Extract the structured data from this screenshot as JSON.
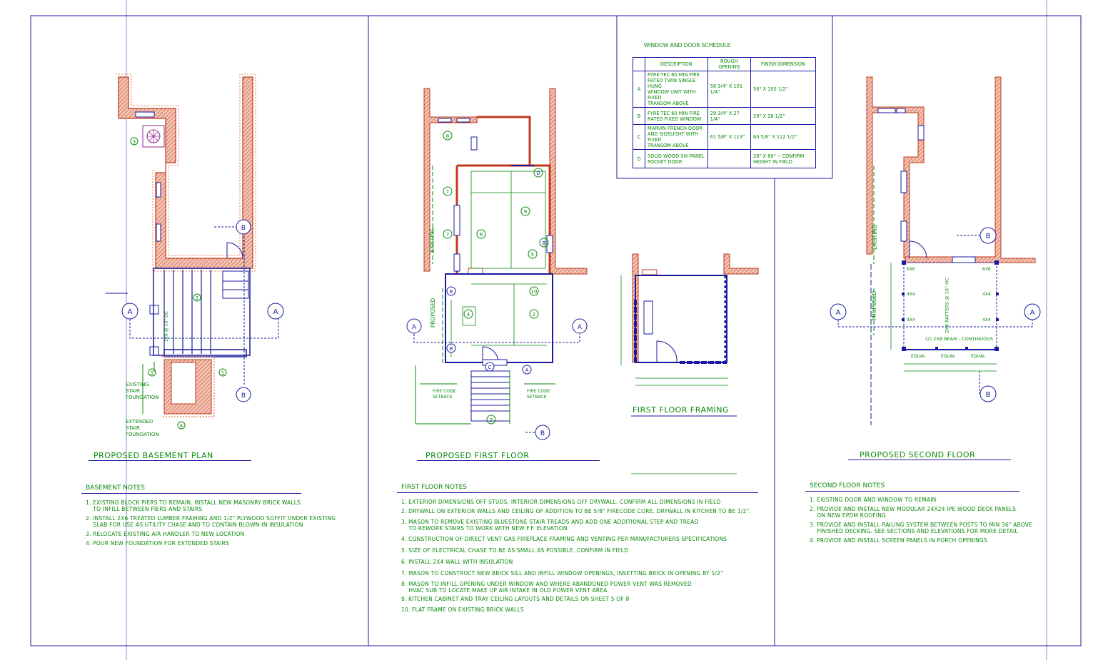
{
  "basement": {
    "title": "PROPOSED BASEMENT PLAN",
    "labels": {
      "existing_stair_foundation": [
        "EXISTING",
        "STAIR",
        "FOUNDATION"
      ],
      "extended_stair_foundation": [
        "EXTENDED",
        "STAIR",
        "FOUNDATION"
      ],
      "joists": "2X6 @ 16\" OC"
    },
    "notes_title": "BASEMENT NOTES",
    "notes": [
      "1. EXISTING BLOCK PIERS TO REMAIN. INSTALL NEW MASONRY BRICK WALLS",
      "    TO INFILL BETWEEN PIERS AND STAIRS",
      "2. INSTALL 2X6 TREATED LUMBER FRAMING AND 1/2\" PLYWOOD SOFFIT UNDER EXISTING",
      "    SLAB FOR USE AS UTILITY CHASE AND TO CONTAIN BLOWN-IN INSULATION",
      "3. RELOCATE EXISTING AIR HANDLER TO NEW LOCATION",
      "4. POUR NEW FOUNDATION FOR EXTENDED STAIRS"
    ]
  },
  "first_floor": {
    "title": "PROPOSED FIRST FLOOR",
    "labels": {
      "existing": "EXISTING",
      "proposed": "PROPOSED",
      "fire_code_setback": [
        "FIRE CODE",
        "SETBACK"
      ]
    },
    "notes_title": "FIRST FLOOR NOTES",
    "notes": [
      "1. EXTERIOR DIMENSIONS OFF STUDS, INTERIOR DIMENSIONS OFF DRYWALL. CONFIRM ALL DIMENSIONS IN FIELD",
      "2. DRYWALL ON EXTERIOR WALLS AND CEILING OF ADDITION TO BE 5/8\" FIRECODE CORE. DRYWALL IN KITCHEN TO BE 1/2\".",
      "3. MASON TO REMOVE EXISTING BLUESTONE STAIR TREADS AND ADD ONE ADDITIONAL STEP AND TREAD",
      "    TO REWORK STAIRS TO WORK WITH NEW F.F. ELEVATION",
      "4. CONSTRUCTION OF DIRECT VENT GAS FIREPLACE FRAMING AND VENTING PER MANUFACTURERS SPECIFICATIONS",
      "5. SIZE OF ELECTRICAL CHASE TO BE AS SMALL AS POSSIBLE. CONFIRM IN FIELD",
      "6. INSTALL 2X4 WALL WITH INSULATION",
      "7. MASON TO CONSTRUCT NEW BRICK SILL AND INFILL WINDOW OPENINGS, INSETTING BRICK IN OPENING BY 1/2\"",
      "8. MASON TO INFILL OPENING UNDER WINDOW AND WHERE ABANDONED POWER VENT WAS REMOVED",
      "    HVAC SUB TO LOCATE MAKE UP AIR INTAKE IN OLD POWER VENT AREA",
      "9. KITCHEN CABINET AND TRAY CEILING LAYOUTS AND DETAILS ON SHEET 5 OF 8",
      "10. FLAT FRAME ON EXISTING BRICK WALLS"
    ]
  },
  "framing": {
    "title": "FIRST FLOOR FRAMING"
  },
  "second_floor": {
    "title": "PROPOSED SECOND FLOOR",
    "labels": {
      "existing": "EXISTING",
      "proposed": "PROPOSED",
      "rafters": "2X8 RAFTERS @ 16\" OC",
      "beam": "(2) 2X8 BEAM - CONTINUOUS",
      "equal": "EQUAL",
      "post_6x6": "6X6",
      "post_4x4": "4X4"
    },
    "notes_title": "SECOND FLOOR NOTES",
    "notes": [
      "1. EXISTING DOOR AND WINDOW TO REMAIN",
      "2. PROVIDE AND INSTALL NEW MODULAR 24X24 IPE WOOD DECK PANELS",
      "    ON NEW EPDM ROOFING",
      "3. PROVIDE AND INSTALL RAILING SYSTEM BETWEEN POSTS TO MIN 36\" ABOVE",
      "    FINISHED DECKING. SEE SECTIONS AND ELEVATIONS FOR MORE DETAIL",
      "4. PROVIDE AND INSTALL SCREEN PANELS IN PORCH OPENINGS"
    ]
  },
  "schedule": {
    "title": "WINDOW AND DOOR SCHEDULE",
    "headers": [
      "DESCRIPTION",
      "ROUGH OPENING",
      "FINISH DIMENSION"
    ],
    "rows": [
      {
        "key": "A",
        "desc": [
          "FYRE-TEC 60 MIN FIRE",
          "RATED TWIN SINGLE HUNG",
          "WINDOW UNIT WITH FIXED",
          "TRANSOM ABOVE"
        ],
        "rough": "58 3/4\" X 101 1/4\"",
        "finish": "56\" X 100 1/2\""
      },
      {
        "key": "B",
        "desc": [
          "FYRE-TEC 60 MIN FIRE",
          "RATED FIXED WINDOW"
        ],
        "rough": "29 3/4\" X 27 1/4\"",
        "finish": "29\" X 26 1/2\""
      },
      {
        "key": "C",
        "desc": [
          "MARVIN FRENCH DOOR",
          "AND SIDELIGHT WITH FIXED",
          "TRANSOM ABOVE"
        ],
        "rough": "61 5/8\" X 113\"",
        "finish": "60 5/8\" X 112 1/2\""
      },
      {
        "key": "D",
        "desc": [
          "SOLID WOOD SIX-PANEL",
          "POCKET DOOR"
        ],
        "rough": "",
        "finish": "28\" X 80\" -- CONFIRM HEIGHT IN FIELD"
      }
    ]
  },
  "markers": {
    "section_a": "A",
    "section_b": "B"
  },
  "colors": {
    "border": "#1a1aa0",
    "text": "#0a8a0a",
    "wall": "#c0391b",
    "wall_fill": "#e9a089",
    "dims": "#0a8a0a"
  }
}
